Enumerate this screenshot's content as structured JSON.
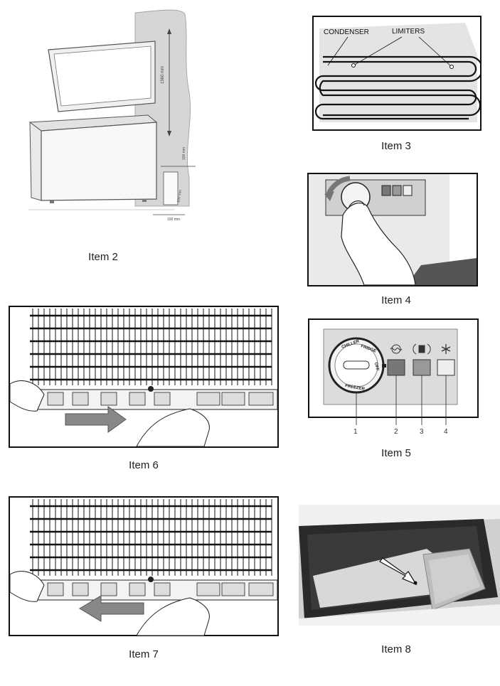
{
  "item2": {
    "caption": "Item 2",
    "dim_height": "1560 mm",
    "dim_top": "100 mm",
    "dim_side": "100 mm",
    "dim_bottom": "100 mm"
  },
  "item3": {
    "caption": "Item 3",
    "label_condenser": "CONDENSER",
    "label_limiters": "LIMITERS"
  },
  "item4": {
    "caption": "Item 4"
  },
  "item5": {
    "caption": "Item 5",
    "knob_labels": {
      "chiller": "CHILLER",
      "fridge": "FRIDGE",
      "off": "OFF",
      "freezer": "FREEZER"
    },
    "callouts": [
      "1",
      "2",
      "3",
      "4"
    ],
    "icons": [
      "power-wave-icon",
      "alarm-icon",
      "snowflake-icon"
    ]
  },
  "item6": {
    "caption": "Item 6"
  },
  "item7": {
    "caption": "Item 7"
  },
  "item8": {
    "caption": "Item 8"
  }
}
